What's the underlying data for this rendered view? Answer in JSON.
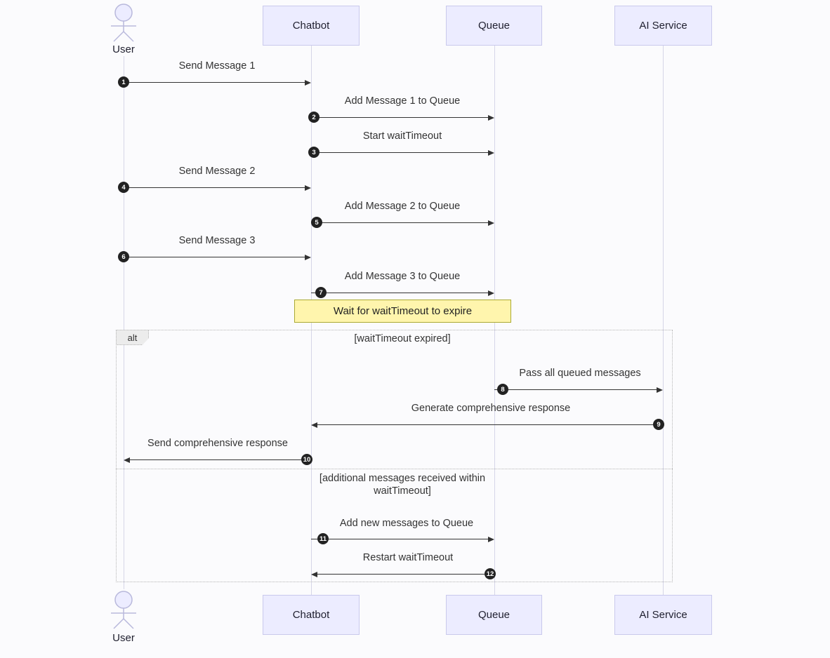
{
  "colors": {
    "participant_fill": "#ECECFF",
    "participant_border": "#c9c9ec",
    "note_fill": "#fff5ad",
    "note_border": "#aaaa33",
    "arrow": "#333333",
    "lifeline": "#d6d6e8"
  },
  "actors": {
    "user": {
      "label": "User"
    },
    "chatbot": {
      "label": "Chatbot"
    },
    "queue": {
      "label": "Queue"
    },
    "ai_service": {
      "label": "AI Service"
    }
  },
  "note": {
    "text": "Wait for waitTimeout to expire"
  },
  "alt_frame": {
    "label": "alt",
    "branch1_condition": "[waitTimeout expired]",
    "branch2_condition": "[additional messages received within waitTimeout]"
  },
  "messages": [
    {
      "num": "1",
      "label": "Send Message 1",
      "from": "User",
      "to": "Chatbot"
    },
    {
      "num": "2",
      "label": "Add Message 1 to Queue",
      "from": "Chatbot",
      "to": "Queue"
    },
    {
      "num": "3",
      "label": "Start waitTimeout",
      "from": "Chatbot",
      "to": "Queue"
    },
    {
      "num": "4",
      "label": "Send Message 2",
      "from": "User",
      "to": "Chatbot"
    },
    {
      "num": "5",
      "label": "Add Message 2 to Queue",
      "from": "Chatbot",
      "to": "Queue"
    },
    {
      "num": "6",
      "label": "Send Message 3",
      "from": "User",
      "to": "Chatbot"
    },
    {
      "num": "7",
      "label": "Add Message 3 to Queue",
      "from": "Chatbot",
      "to": "Queue"
    },
    {
      "num": "8",
      "label": "Pass all queued messages",
      "from": "Queue",
      "to": "AI Service"
    },
    {
      "num": "9",
      "label": "Generate comprehensive response",
      "from": "AI Service",
      "to": "Chatbot"
    },
    {
      "num": "10",
      "label": "Send comprehensive response",
      "from": "Chatbot",
      "to": "User"
    },
    {
      "num": "11",
      "label": "Add new messages to Queue",
      "from": "Chatbot",
      "to": "Queue"
    },
    {
      "num": "12",
      "label": "Restart waitTimeout",
      "from": "Queue",
      "to": "Chatbot"
    }
  ]
}
